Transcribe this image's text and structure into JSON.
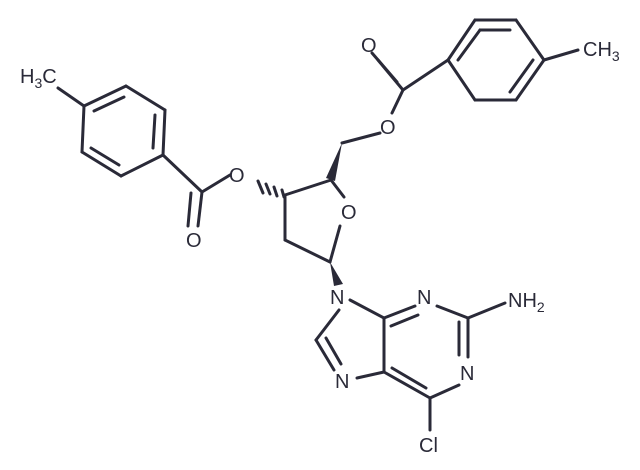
{
  "molecule": {
    "atoms": {
      "O_ester_left": "O",
      "O_carbonyl_left": "O",
      "O_ester_right": "O",
      "O_carbonyl_right": "O",
      "O_ring": "O",
      "N9": "N",
      "N3": "N",
      "N1": "N",
      "N7": "N",
      "NH2_main": "NH",
      "NH2_sub": "2",
      "Cl": "Cl",
      "CH3_right_main": "CH",
      "CH3_right_sub": "3",
      "CH3_left_H": "H",
      "CH3_left_sub": "3",
      "CH3_left_C": "C"
    }
  }
}
